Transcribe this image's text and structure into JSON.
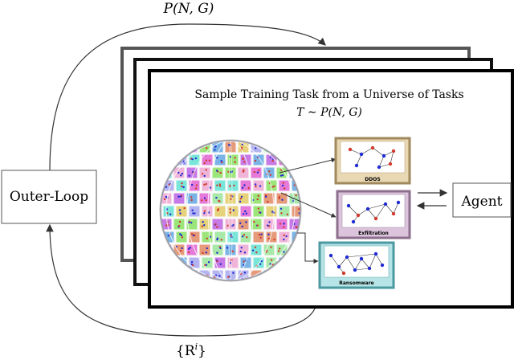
{
  "top_label": "P(N, G)",
  "bottom_label": "{R^i}",
  "outer_loop": "Outer-Loop",
  "agent": "Agent",
  "panel": {
    "title_line1": "Sample Training Task from a Universe of Tasks",
    "title_line2": "T ∼ P(N, G)"
  },
  "tasks": [
    {
      "id": "ddos",
      "label": "DDOS",
      "fill": "#e9d8b4",
      "border": "#a0895c"
    },
    {
      "id": "exfiltration",
      "label": "Exfiltration",
      "fill": "#dcc4dd",
      "border": "#8b6f8c"
    },
    {
      "id": "ransomware",
      "label": "Ransomware",
      "fill": "#b7e4e6",
      "border": "#4c9aa1"
    }
  ],
  "colors": {
    "frame_back": "#555555",
    "frame_front": "#000000",
    "node_blue": "#1f2bd1",
    "node_red": "#d13a2c",
    "arrow": "#333333"
  }
}
